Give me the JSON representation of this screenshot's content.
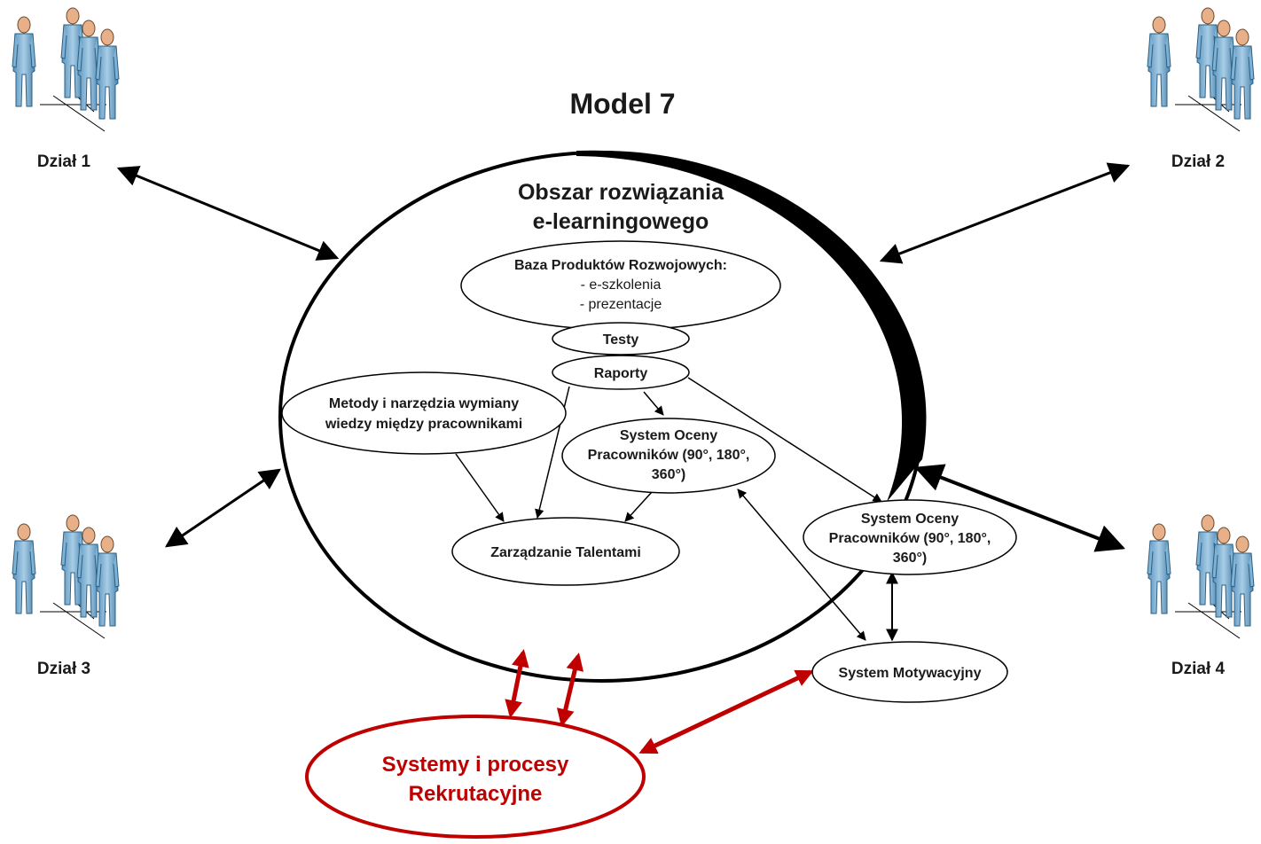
{
  "title": "Model 7",
  "main_area": {
    "line1": "Obszar rozwiązania",
    "line2": "e-learningowego"
  },
  "departments": [
    {
      "label": "Dział 1"
    },
    {
      "label": "Dział 2"
    },
    {
      "label": "Dział 3"
    },
    {
      "label": "Dział 4"
    }
  ],
  "nodes": {
    "baza": {
      "title": "Baza Produktów Rozwojowych:",
      "items": [
        "- e-szkolenia",
        "- prezentacje"
      ]
    },
    "testy": {
      "label": "Testy"
    },
    "raporty": {
      "label": "Raporty"
    },
    "metody": {
      "lines": [
        "Metody i narzędzia wymiany",
        "wiedzy między pracownikami"
      ]
    },
    "ocena_inner": {
      "lines": [
        "System Oceny",
        "Pracowników (90°, 180°,",
        "360°)"
      ]
    },
    "talenty": {
      "label": "Zarządzanie Talentami"
    },
    "ocena_outer": {
      "lines": [
        "System Oceny",
        "Pracowników (90°, 180°,",
        "360°)"
      ]
    },
    "motywacja": {
      "label": "System Motywacyjny"
    },
    "rekrutacja": {
      "lines": [
        "Systemy i procesy",
        "Rekrutacyjne"
      ]
    }
  },
  "colors": {
    "accent_red": "#c00000",
    "figure_fill": "#7fb3d5",
    "figure_head": "#e8b088",
    "stroke": "#000000"
  }
}
